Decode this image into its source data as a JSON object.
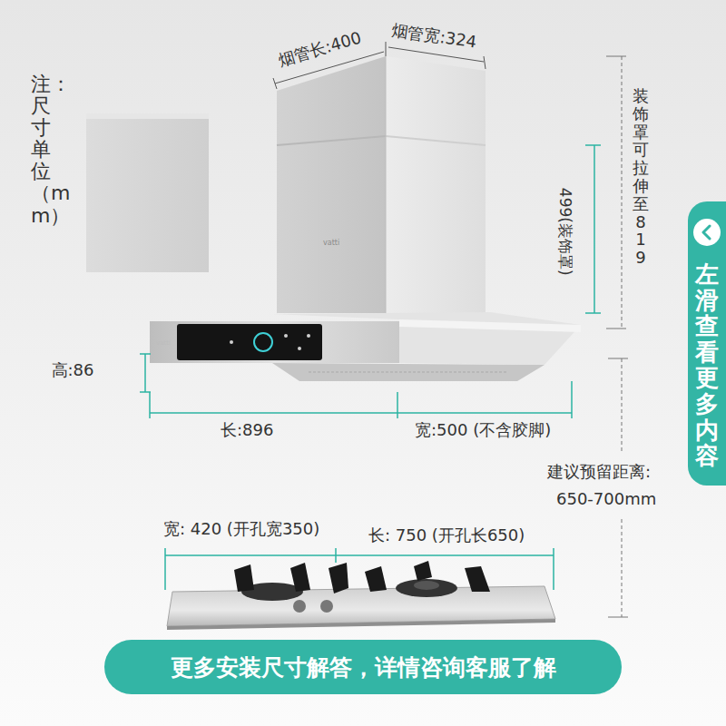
{
  "diagram": {
    "nodes": [
      {
        "text": [
          "左滑查看更多内容"
        ]
      },
      {
        "text": [
          "更多安装尺寸解答，详情咨询客服了解"
        ]
      }
    ],
    "labels": [
      "注：尺寸单位（mm）",
      "烟管长:400",
      "烟管宽:324",
      "装饰罩可拉伸至819",
      "499(装饰罩)",
      "vatti",
      "vatti",
      "高:86",
      "长:896",
      "宽:500 (不含胶脚)",
      "建议预留距离:",
      "650-700mm",
      "宽: 420 (开孔宽350)",
      "长: 750 (开孔长650)"
    ]
  }
}
